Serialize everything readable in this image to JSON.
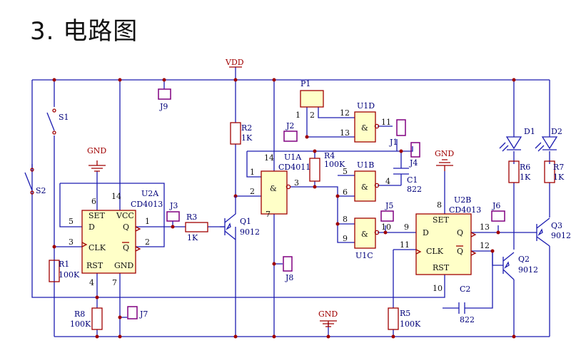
{
  "title": "3. 电路图",
  "labels": {
    "vdd": "VDD",
    "gnd1": "GND",
    "gnd2": "GND",
    "gnd3": "GND",
    "s1": "S1",
    "s2": "S2",
    "u2a": "U2A",
    "u2a_ic": "CD4013",
    "u2b": "U2B",
    "u2b_ic": "CD4013",
    "u1a": "U1A",
    "u1a_ic": "CD4011",
    "u1b": "U1B",
    "u1c": "U1C",
    "u1d": "U1D",
    "r1": "R1",
    "r1v": "100K",
    "r2": "R2",
    "r2v": "1K",
    "r3": "R3",
    "r3v": "1K",
    "r4": "R4",
    "r4v": "100K",
    "r5": "R5",
    "r5v": "100K",
    "r6": "R6",
    "r6v": "1K",
    "r7": "R7",
    "r7v": "1K",
    "r8": "R8",
    "r8v": "100K",
    "c1": "C1",
    "c1v": "822",
    "c2": "C2",
    "c2v": "822",
    "q1": "Q1",
    "q1v": "9012",
    "q2": "Q2",
    "q2v": "9012",
    "q3": "Q3",
    "q3v": "9012",
    "d1": "D1",
    "d2": "D2",
    "p1": "P1",
    "j1": "J1",
    "j2": "J2",
    "j3": "J3",
    "j4": "J4",
    "j5": "J5",
    "j6": "J6",
    "j7": "J7",
    "j8": "J8",
    "j9": "J9"
  },
  "ff": {
    "set": "SET",
    "vcc": "VCC",
    "d": "D",
    "q": "Q",
    "clk": "CLK",
    "qbar": "Q",
    "rst": "RST",
    "gnd": "GND"
  },
  "pins": {
    "a5": "5",
    "a6": "6",
    "a14": "14",
    "a1": "1",
    "a3": "3",
    "a2": "2",
    "a4": "4",
    "a7": "7",
    "b8": "8",
    "b9": "9",
    "b13": "13",
    "b11": "11",
    "b12": "12",
    "b10": "10",
    "u1a1": "1",
    "u1a2": "2",
    "u1a3": "3",
    "u1a14": "14",
    "u1a7": "7",
    "u1b5": "5",
    "u1b6": "6",
    "u1b4": "4",
    "u1c8": "8",
    "u1c9": "9",
    "u1c10": "10",
    "u1d12": "12",
    "u1d13": "13",
    "u1d11": "11",
    "p1a": "1",
    "p1b": "2",
    "nand": "&"
  }
}
